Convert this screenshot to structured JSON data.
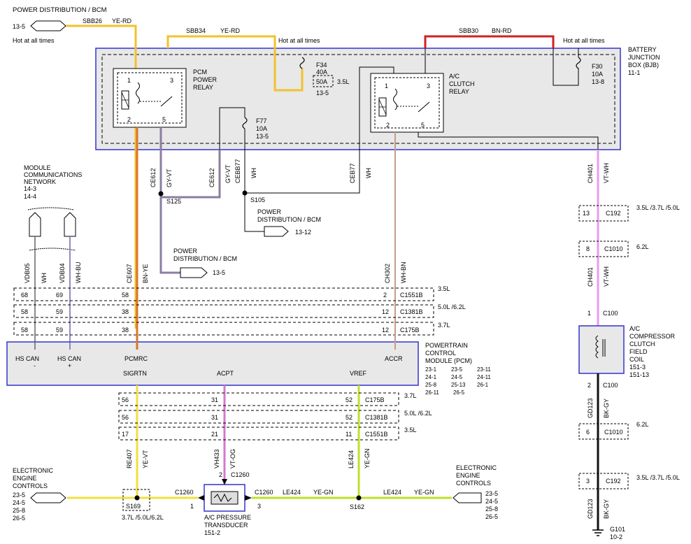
{
  "colors": {
    "ye_rd": "#f2c12e",
    "bn_ye": "#d9772a",
    "gy_vt": "#8b7da3",
    "vt_wh": "#e89cf0",
    "wh_bn": "#c79c8a",
    "ye_vt": "#f0e040",
    "vt_og": "#d07ad0",
    "ye_gn": "#bde02e",
    "bk_gy": "#111111",
    "bn_rd": "#cc2222",
    "box": "#3333cc",
    "fill": "#e8e8e8"
  },
  "top_left": {
    "title": "POWER DISTRIBUTION / BCM",
    "page": "13-5",
    "wire": "SBB26",
    "color": "YE-RD",
    "note": "Hot at all times"
  },
  "sbb34": {
    "circuit": "SBB34",
    "color": "YE-RD",
    "note": "Hot at all times"
  },
  "sbb30": {
    "circuit": "SBB30",
    "color": "BN-RD",
    "note": "Hot at all times"
  },
  "bjb": {
    "name1": "BATTERY",
    "name2": "JUNCTION",
    "name3": "BOX (BJB)",
    "page": "11-1"
  },
  "pcm_relay": {
    "l1": "PCM",
    "l2": "POWER",
    "l3": "RELAY",
    "p1": "1",
    "p2": "2",
    "p3": "3",
    "p5": "5"
  },
  "ac_relay": {
    "l1": "A/C",
    "l2": "CLUTCH",
    "l3": "RELAY",
    "p1": "1",
    "p2": "2",
    "p3": "3",
    "p5": "5"
  },
  "f34": {
    "name": "F34",
    "amps": "40A",
    "alt": "50A",
    "page": "13-5",
    "engine": "3.5L"
  },
  "f30": {
    "name": "F30",
    "amps": "10A",
    "page": "13-8"
  },
  "f77": {
    "name": "F77",
    "amps": "10A",
    "page": "13-5"
  },
  "wires_top": {
    "ce612a": "CE612",
    "gyvta": "GY-VT",
    "ce612b": "CE612",
    "gyvtb": "GY-VT",
    "cebb77a": "CEBB77",
    "wha": "WH",
    "ceb77b": "CEB77",
    "whb": "WH",
    "ch401": "CH401",
    "vtwh": "VT-WH"
  },
  "splices": {
    "s125": "S125",
    "s105": "S105",
    "s169": "S169",
    "s162": "S162"
  },
  "pd_bcm_2": {
    "l1": "POWER",
    "l2": "DISTRIBUTION / BCM",
    "page": "13-12"
  },
  "pd_bcm_3": {
    "l1": "POWER",
    "l2": "DISTRIBUTION / BCM",
    "page": "13-5"
  },
  "mcn": {
    "l1": "MODULE",
    "l2": "COMMUNICATIONS",
    "l3": "NETWORK",
    "p1": "14-3",
    "p2": "14-4"
  },
  "mid_wires": {
    "vdb05": "VDB05",
    "wh": "WH",
    "vdb04": "VDB04",
    "whbu": "WH-BU",
    "ce607": "CE607",
    "bnye": "BN-YE",
    "ch302": "CH302",
    "whbn": "WH-BN"
  },
  "conn_rows": [
    {
      "pins": [
        "68",
        "69",
        "58",
        "2"
      ],
      "conn": "C1551B",
      "eng": "3.5L"
    },
    {
      "pins": [
        "58",
        "59",
        "38",
        "12"
      ],
      "conn": "C1381B",
      "eng": "5.0L /6.2L"
    },
    {
      "pins": [
        "58",
        "59",
        "38",
        "12"
      ],
      "conn": "C175B",
      "eng": "3.7L"
    }
  ],
  "pcm": {
    "hscan_minus": "HS CAN",
    "minus": "-",
    "hscan_plus": "HS CAN",
    "plus": "+",
    "pcmrc": "PCMRC",
    "accr": "ACCR",
    "sigrtn": "SIGRTN",
    "acpt": "ACPT",
    "vref": "VREF",
    "t1": "POWERTRAIN",
    "t2": "CONTROL",
    "t3": "MODULE (PCM)",
    "pages": [
      "23-1",
      "23-5",
      "23-11",
      "24-1",
      "24-5",
      "24-11",
      "25-8",
      "25-13",
      "26-1",
      "26-11",
      "26-5"
    ]
  },
  "low_rows": [
    {
      "pins": [
        "56",
        "31",
        "52"
      ],
      "conn": "C175B",
      "eng": "3.7L"
    },
    {
      "pins": [
        "56",
        "31",
        "52"
      ],
      "conn": "C1381B",
      "eng": "5.0L /6.2L"
    },
    {
      "pins": [
        "17",
        "21",
        "11"
      ],
      "conn": "C1551B",
      "eng": "3.5L"
    }
  ],
  "low_wires": {
    "re407": "RE407",
    "yevt": "YE-VT",
    "vh433": "VH433",
    "vtog": "VT-OG",
    "le424": "LE424",
    "yegn": "YE-GN"
  },
  "c1260": {
    "top": "C1260",
    "pin2": "2",
    "left": "C1260",
    "pin1": "1",
    "right": "C1260",
    "pin3": "3"
  },
  "le424_a": {
    "c": "LE424",
    "col": "YE-GN"
  },
  "le424_b": {
    "c": "LE424",
    "col": "YE-GN"
  },
  "transducer": {
    "l1": "A/C PRESSURE",
    "l2": "TRANSDUCER",
    "page": "151-2"
  },
  "s169_note": "3.7L /5.0L/6.2L",
  "eec_left": {
    "l1": "ELECTRONIC",
    "l2": "ENGINE",
    "l3": "CONTROLS",
    "pages": [
      "23-5",
      "24-5",
      "25-8",
      "26-5"
    ]
  },
  "eec_right": {
    "l1": "ELECTRONIC",
    "l2": "ENGINE",
    "l3": "CONTROLS",
    "pages": [
      "23-5",
      "24-5",
      "25-8",
      "26-5"
    ]
  },
  "right_col": {
    "c192a_pin": "13",
    "c192a": "C192",
    "c192a_eng": "3.5L /3.7L /5.0L",
    "c1010a_pin": "8",
    "c1010a": "C1010",
    "c1010a_eng": "6.2L",
    "ch401": "CH401",
    "vtwh": "VT-WH",
    "c100a_pin": "1",
    "c100a": "C100",
    "coil": {
      "l1": "A/C",
      "l2": "COMPRESSOR",
      "l3": "CLUTCH",
      "l4": "FIELD",
      "l5": "COIL",
      "p1": "151-3",
      "p2": "151-13"
    },
    "c100b_pin": "2",
    "c100b": "C100",
    "gd123a": "GD123",
    "bkgya": "BK-GY",
    "c1010b_pin": "6",
    "c1010b": "C1010",
    "c1010b_eng": "6.2L",
    "c192b_pin": "3",
    "c192b": "C192",
    "c192b_eng": "3.5L /3.7L /5.0L",
    "gd123b": "GD123",
    "bkgyb": "BK-GY",
    "g101": "G101",
    "g101_page": "10-2"
  }
}
